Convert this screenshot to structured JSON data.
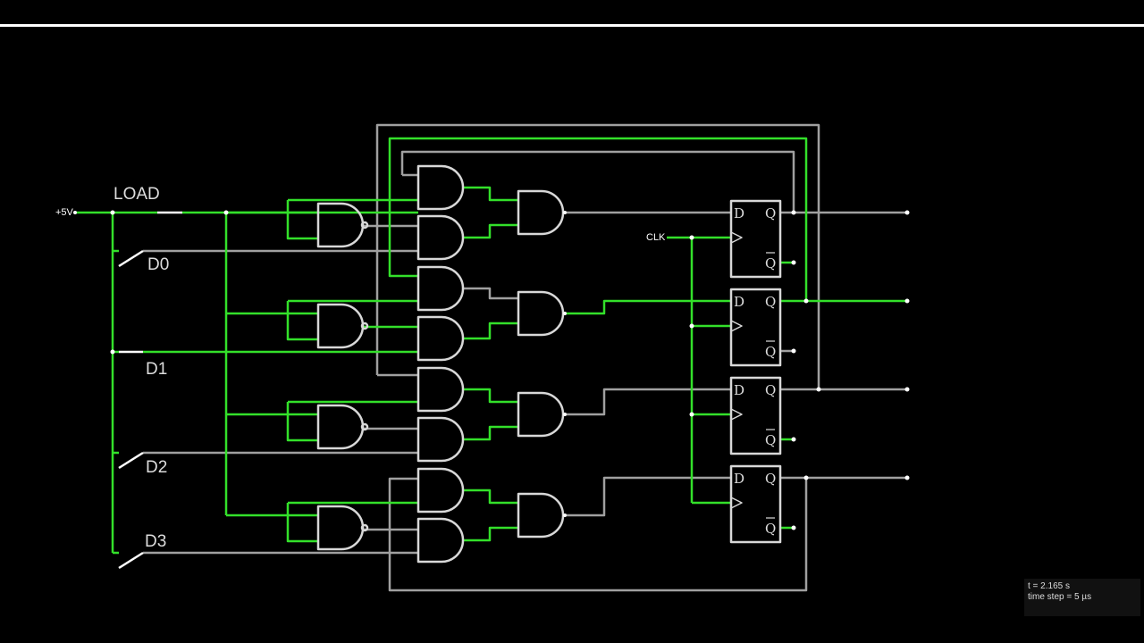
{
  "labels": {
    "supply": "+5V",
    "load": "LOAD",
    "d0": "D0",
    "d1": "D1",
    "d2": "D2",
    "d3": "D3",
    "clk": "CLK"
  },
  "flipflop": {
    "d": "D",
    "q": "Q",
    "qbar": "Q"
  },
  "status": {
    "time": "t = 2.165 s",
    "time_step": "time step = 5 µs"
  },
  "colors": {
    "background": "#000000",
    "wire_high": "#33e02a",
    "wire_low": "#a0a0a0",
    "component": "#d8d8d8"
  }
}
